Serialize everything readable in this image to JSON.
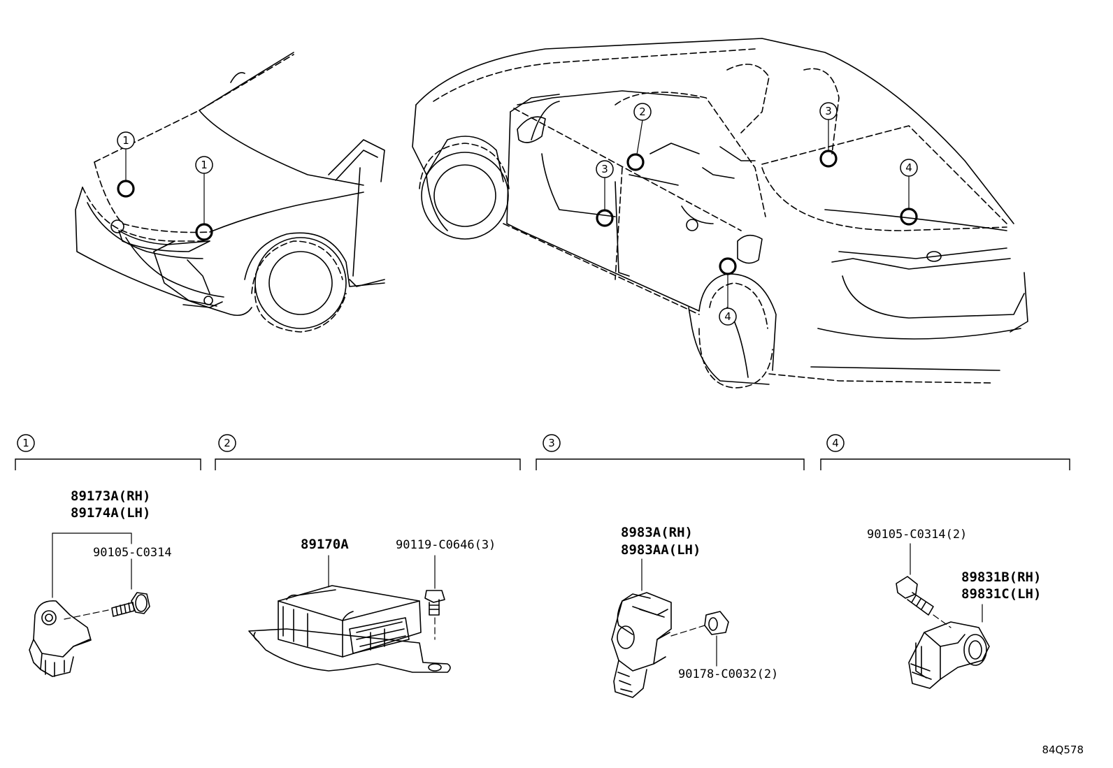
{
  "sections": [
    {
      "num": "1",
      "parts": [
        "89173A(RH)",
        "89174A(LH)"
      ],
      "fastener": "90105-C0314"
    },
    {
      "num": "2",
      "parts": [
        "89170A"
      ],
      "fastener": "90119-C0646(3)"
    },
    {
      "num": "3",
      "parts": [
        "8983A(RH)",
        "8983AA(LH)"
      ],
      "fastener": "90178-C0032(2)"
    },
    {
      "num": "4",
      "parts": [
        "89831B(RH)",
        "89831C(LH)"
      ],
      "fastener": "90105-C0314(2)"
    }
  ],
  "callouts": [
    "1",
    "1",
    "2",
    "3",
    "3",
    "4",
    "4"
  ],
  "diagram_code": "84Q578"
}
